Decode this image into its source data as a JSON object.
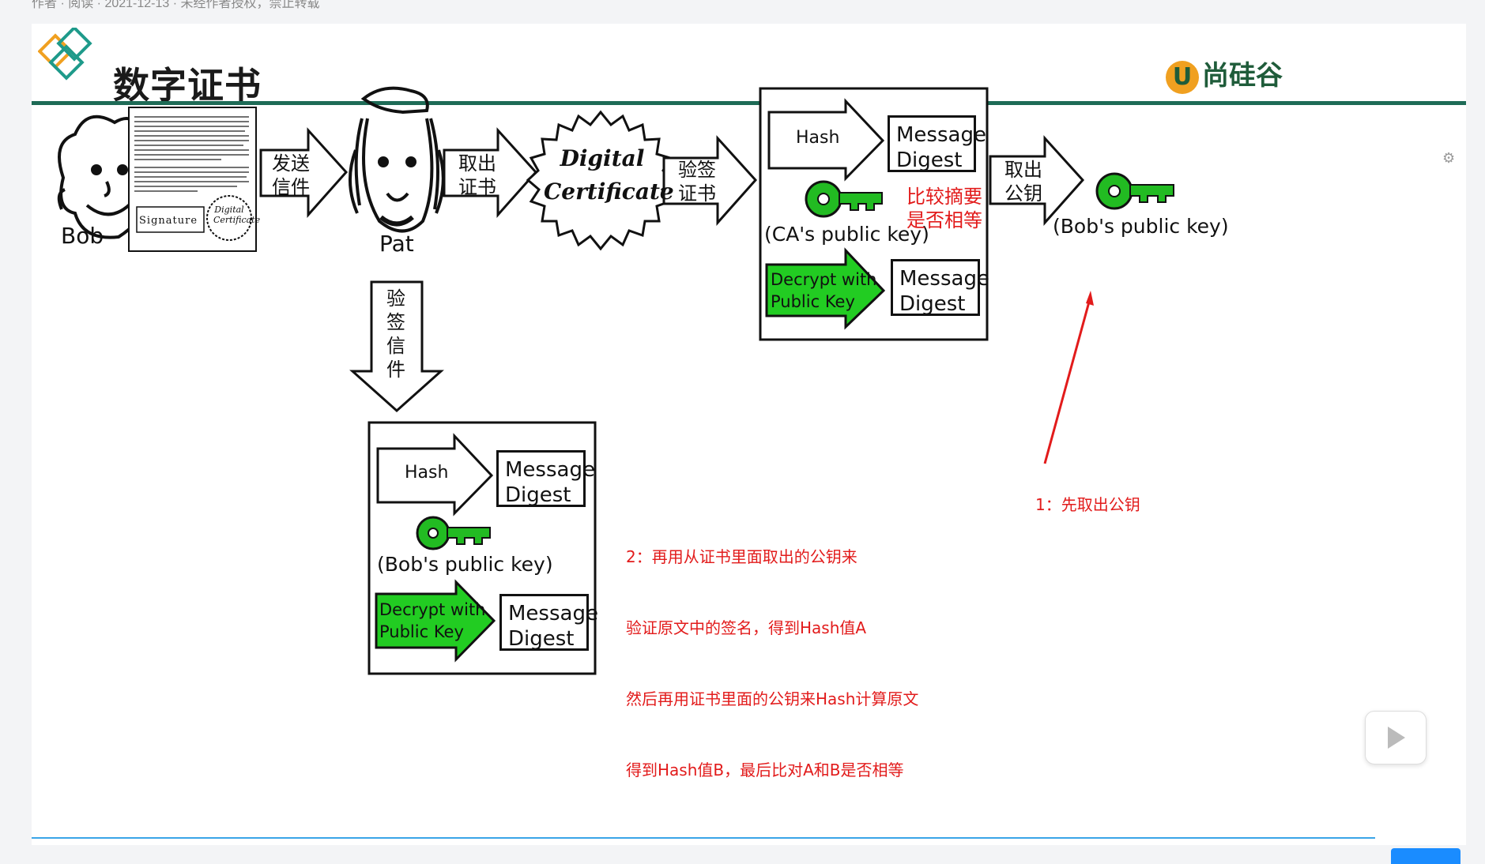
{
  "page": {
    "meta_text": "作者 · 阅读 · 2021-12-13 · 未经作者授权，禁止转载",
    "title": "数字证书",
    "brand": "尚硅谷",
    "brand_mark": "U"
  },
  "diagram": {
    "bob_label": "Bob",
    "pat_label": "Pat",
    "signature_label": "Signature",
    "seal_small": [
      "Digital",
      "Certificate"
    ],
    "seal_big": [
      "Digital",
      "Certificate"
    ],
    "arrow_send": [
      "发送",
      "信件"
    ],
    "arrow_take_cert": [
      "取出",
      "证书"
    ],
    "arrow_verify_cert": [
      "验签",
      "证书"
    ],
    "arrow_take_key": [
      "取出",
      "公钥"
    ],
    "arrow_verify_letter": [
      "验",
      "签",
      "信",
      "件"
    ],
    "top_box": {
      "hash": "Hash",
      "msg_digest_1": [
        "Message",
        "Digest"
      ],
      "key_label": "(CA's public key)",
      "decrypt": [
        "Decrypt with",
        "Public Key"
      ],
      "msg_digest_2": [
        "Message",
        "Digest"
      ],
      "compare_note": [
        "比较摘要",
        "是否相等"
      ]
    },
    "right_key_label": "(Bob's public key)",
    "bottom_box": {
      "hash": "Hash",
      "msg_digest_1": [
        "Message",
        "Digest"
      ],
      "key_label": "(Bob's public key)",
      "decrypt": [
        "Decrypt with",
        "Public Key"
      ],
      "msg_digest_2": [
        "Message",
        "Digest"
      ]
    },
    "note_step2": [
      "2：再用从证书里面取出的公钥来",
      "验证原文中的签名，得到Hash值A",
      "然后再用证书里面的公钥来Hash计算原文",
      "得到Hash值B，最后比对A和B是否相等"
    ],
    "note_step1": "1：先取出公钥"
  },
  "colors": {
    "title_bar": "#1e6b56",
    "green": "#22cc22",
    "key_green": "#22bb22",
    "red": "#e21b1b",
    "brand_orange": "#f0a020"
  }
}
